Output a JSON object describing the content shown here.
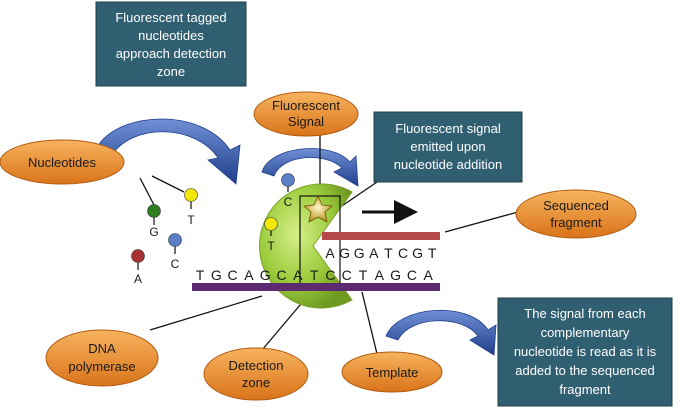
{
  "boxes": {
    "approach": [
      "Fluorescent tagged",
      "nucleotides",
      "approach detection",
      "zone"
    ],
    "emitted": [
      "Fluorescent signal",
      "emitted upon",
      "nucleotide addition"
    ],
    "signal_read": [
      "The signal from each",
      "complementary",
      "nucleotide is read as it is",
      "added to the sequenced",
      "fragment"
    ]
  },
  "ovals": {
    "nucleotides": "Nucleotides",
    "fluorescent_signal": [
      "Fluorescent",
      "Signal"
    ],
    "sequenced_fragment": [
      "Sequenced",
      "fragment"
    ],
    "dna_polymerase": [
      "DNA",
      "polymerase"
    ],
    "detection_zone": [
      "Detection",
      "zone"
    ],
    "template": "Template"
  },
  "free_nucleotides": [
    {
      "label": "G",
      "color": "#2e7d1f"
    },
    {
      "label": "T",
      "color": "#f5e60a"
    },
    {
      "label": "C",
      "color": "#5b7fc7"
    },
    {
      "label": "A",
      "color": "#a83232"
    }
  ],
  "polymerase_nucleotides": [
    {
      "label": "C",
      "color": "#5b7fc7"
    },
    {
      "label": "T",
      "color": "#f5e60a"
    }
  ],
  "template_sequence": [
    "T",
    "G",
    "C",
    "A",
    "G",
    "C",
    "A",
    "T",
    "C",
    "C",
    "T",
    "A",
    "G",
    "C",
    "A"
  ],
  "fragment_sequence": [
    "A",
    "G",
    "G",
    "A",
    "T",
    "C",
    "G",
    "T"
  ],
  "colors": {
    "box_fill": "#2f5f70",
    "oval_fill": "#e8892a",
    "polymerase": "#9ccc3c",
    "template_strand": "#5c2a6e",
    "fragment_strand": "#b44a4a",
    "arrow": "#2f55a4"
  }
}
